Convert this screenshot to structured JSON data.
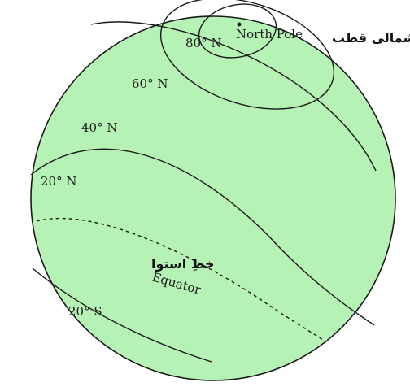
{
  "labels": {
    "north_pole": "North Pole",
    "north_pole_urdu": "شمالی قطب",
    "lat_80n": "80° N",
    "lat_60n": "60° N",
    "lat_40n": "40° N",
    "lat_20n": "20° N",
    "equator": "Equator",
    "equator_urdu": "خطِ استوا",
    "lat_20s": "20° S"
  },
  "colors": {
    "globe_fill": "#b6f2b6",
    "line": "#1a1a1a"
  }
}
